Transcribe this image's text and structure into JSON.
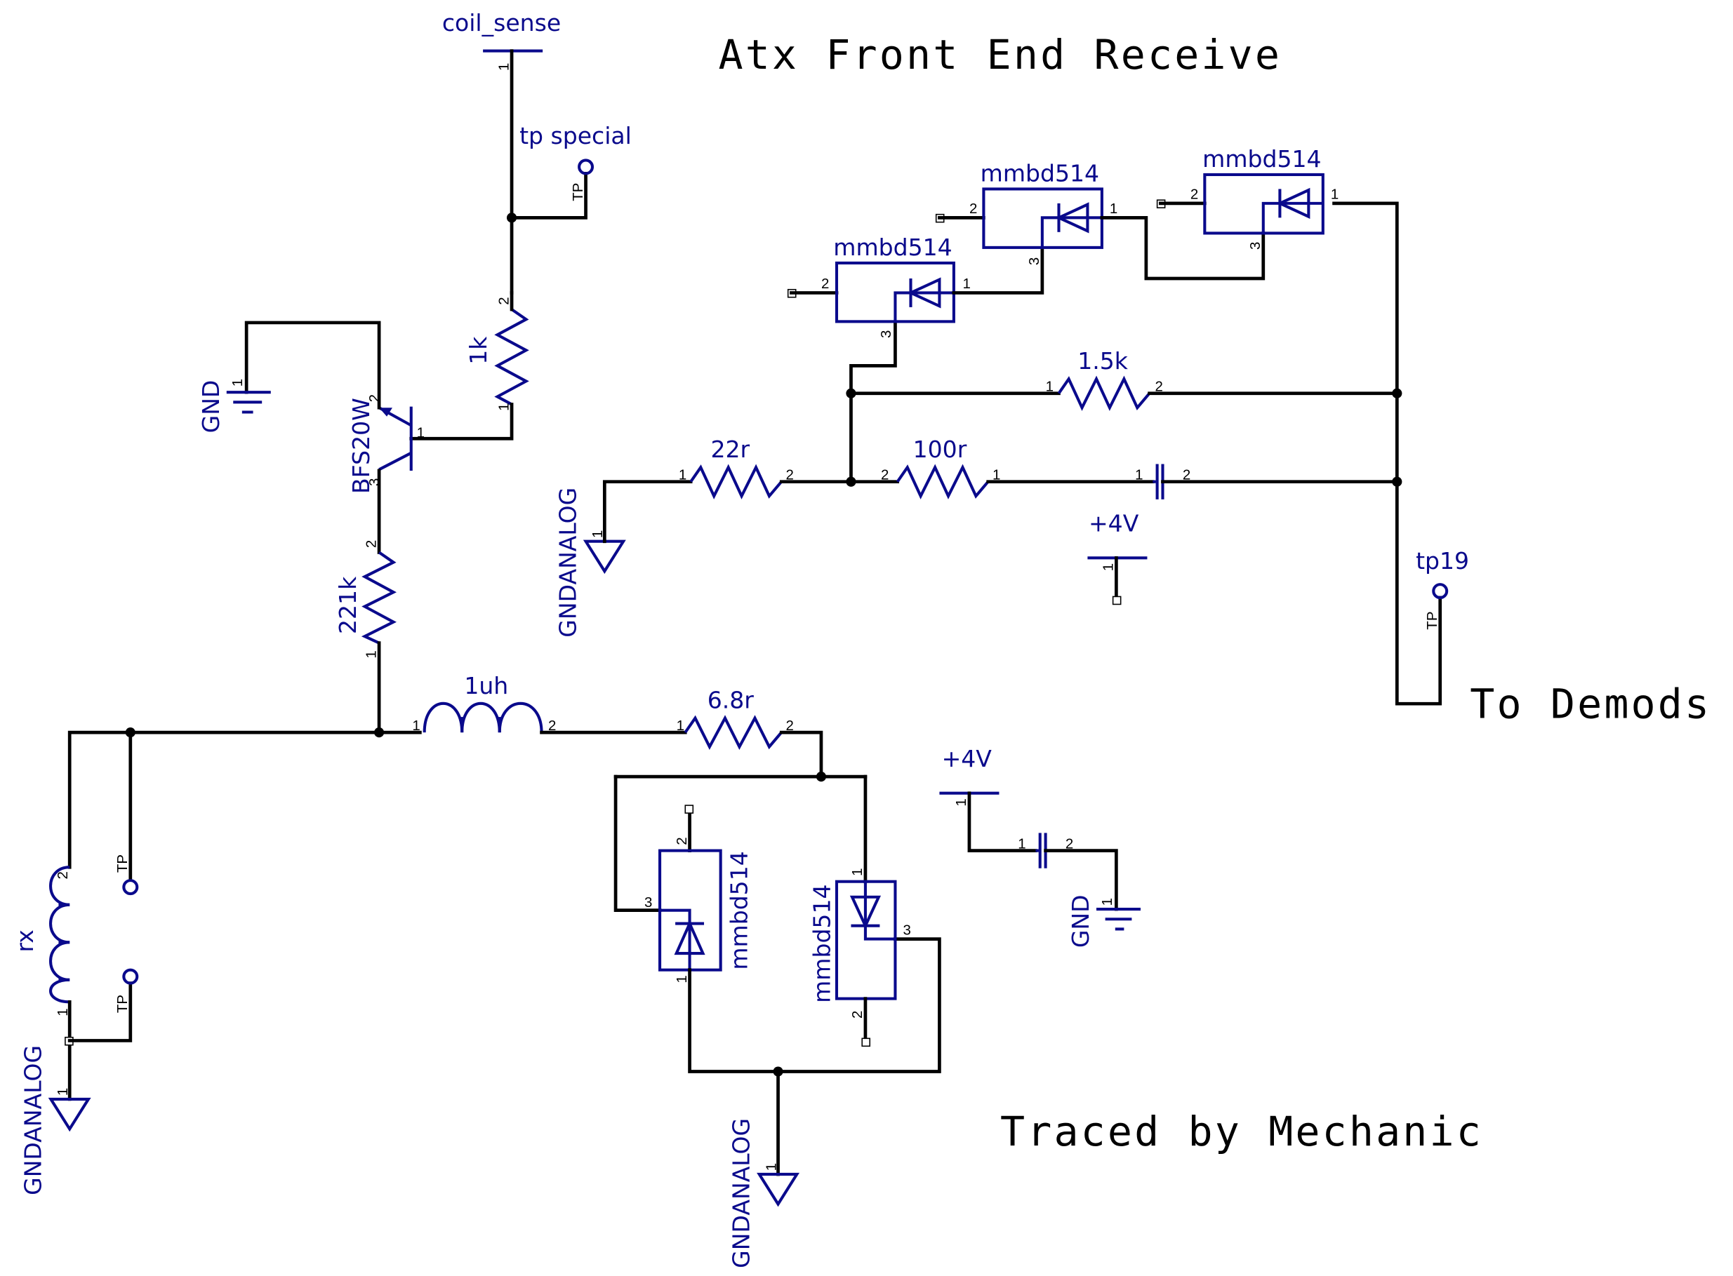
{
  "title": "Atx Front End Receive",
  "annotations": {
    "output": "To Demods",
    "credit": "Traced by Mechanic"
  },
  "colors": {
    "symbol": "#0a0a8c",
    "wire": "#000000",
    "background": "#ffffff"
  },
  "nets": {
    "coil_sense": "coil_sense",
    "supply_top": "+4V",
    "supply_bottom": "+4V",
    "gnd_transistor": "GND",
    "gnd_cap": "GND",
    "gndanalog_22r": "GNDANALOG",
    "gndanalog_coil": "GNDANALOG",
    "gndanalog_diodes": "GNDANALOG"
  },
  "test_points": {
    "special": {
      "label": "tp special",
      "ref": "TP"
    },
    "tp19": {
      "label": "tp19",
      "ref": "TP"
    },
    "coil_top": {
      "ref": "TP"
    },
    "coil_bottom": {
      "ref": "TP"
    }
  },
  "components": {
    "q1": {
      "part": "BFS20W",
      "pins": [
        "1",
        "2",
        "3"
      ]
    },
    "r_1k": {
      "value": "1k",
      "pins": [
        "1",
        "2"
      ]
    },
    "r_221k": {
      "value": "221k",
      "pins": [
        "1",
        "2"
      ]
    },
    "r_22r": {
      "value": "22r",
      "pins": [
        "1",
        "2"
      ]
    },
    "r_100r": {
      "value": "100r",
      "pins": [
        "2",
        "1"
      ]
    },
    "r_1_5k": {
      "value": "1.5k",
      "pins": [
        "1",
        "2"
      ]
    },
    "r_6_8r": {
      "value": "6.8r",
      "pins": [
        "1",
        "2"
      ]
    },
    "l_1uh": {
      "value": "1uh",
      "pins": [
        "1",
        "2"
      ]
    },
    "l_rx": {
      "value": "rx",
      "pins": [
        "1",
        "2"
      ]
    },
    "c_coupling": {
      "pins": [
        "1",
        "2"
      ]
    },
    "c_decoupling": {
      "pins": [
        "1",
        "2"
      ]
    },
    "d_top_left": {
      "part": "mmbd514",
      "pins": [
        "1",
        "2",
        "3"
      ]
    },
    "d_top_mid": {
      "part": "mmbd514",
      "pins": [
        "1",
        "2",
        "3"
      ]
    },
    "d_top_right": {
      "part": "mmbd514",
      "pins": [
        "1",
        "2",
        "3"
      ]
    },
    "d_bottom_left": {
      "part": "mmbd514",
      "pins": [
        "1",
        "2",
        "3"
      ]
    },
    "d_bottom_right": {
      "part": "mmbd514",
      "pins": [
        "1",
        "2",
        "3"
      ]
    }
  },
  "pin_one": "1"
}
